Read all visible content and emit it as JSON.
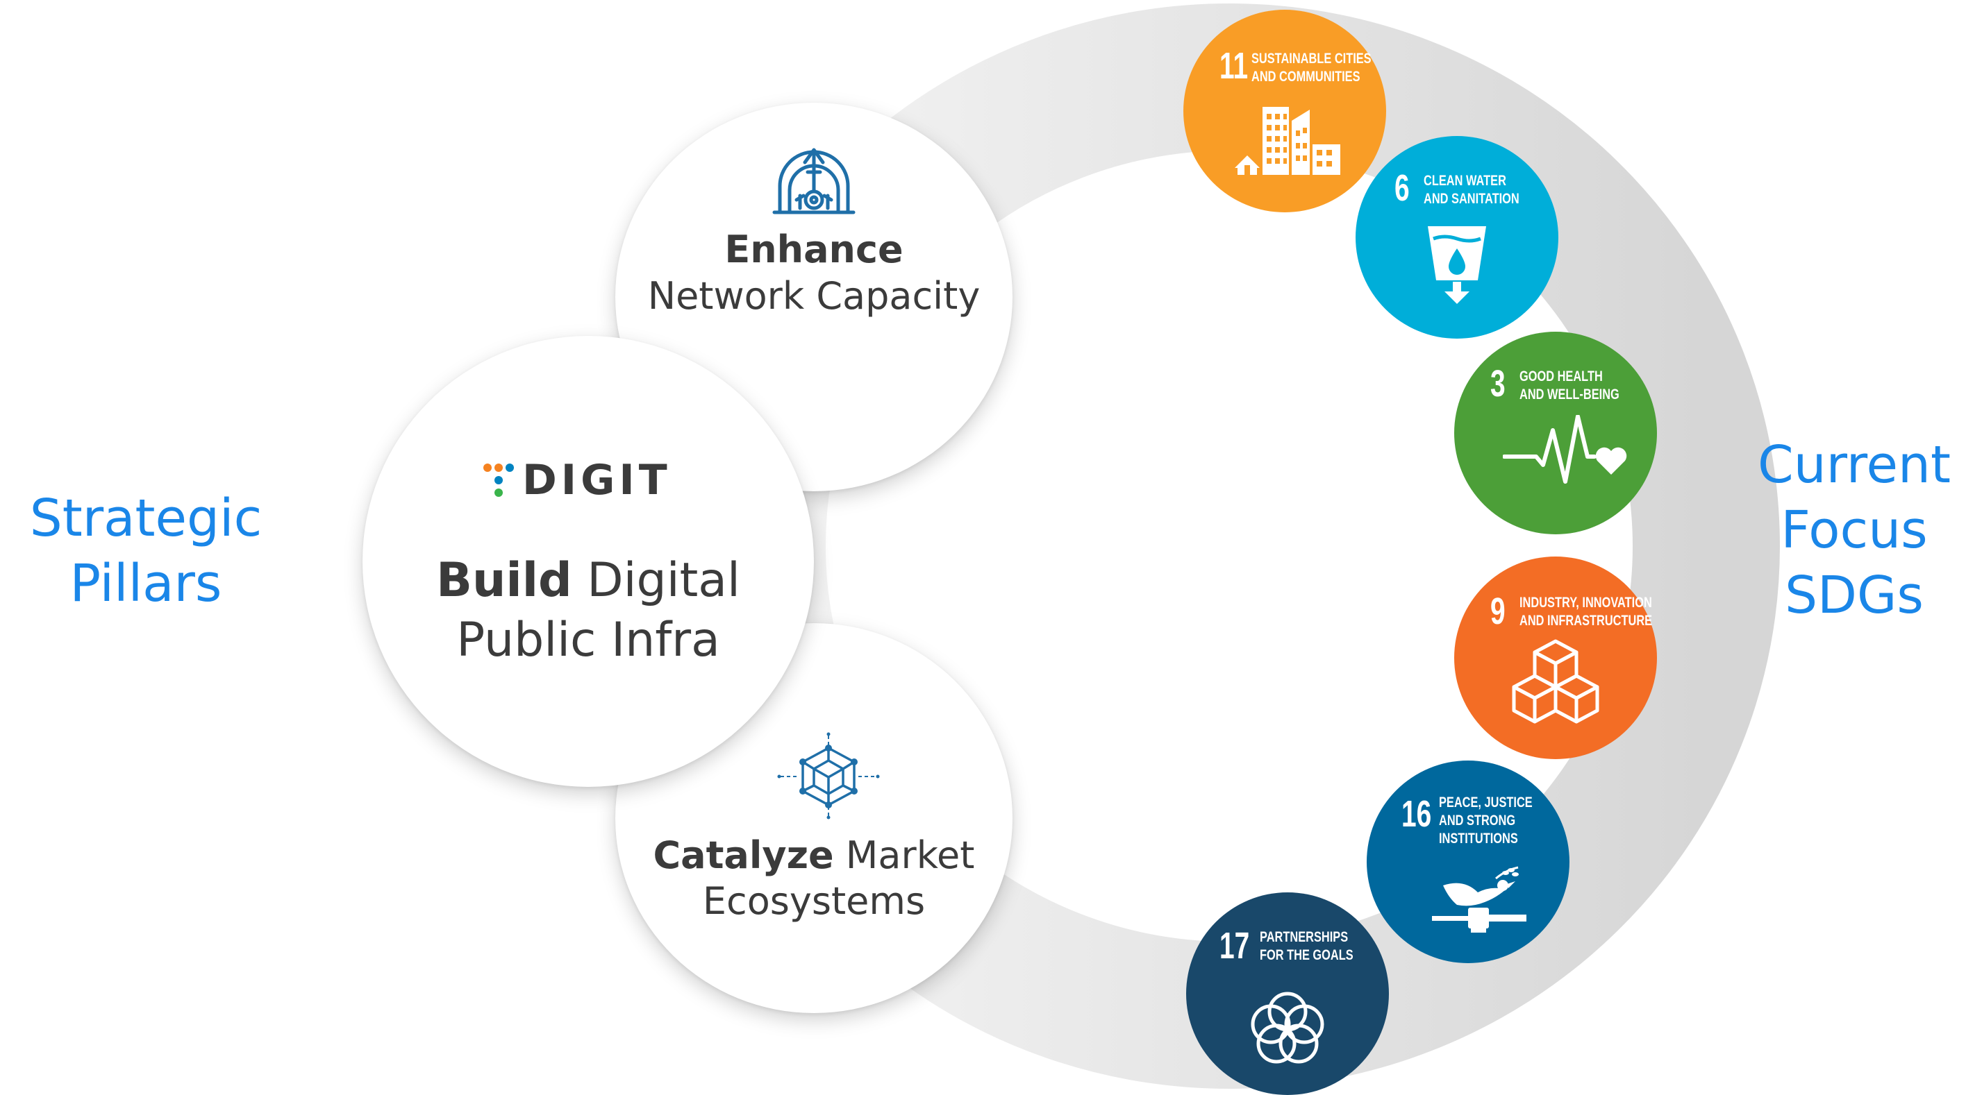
{
  "left_label": {
    "line1": "Strategic",
    "line2": "Pillars"
  },
  "right_label": {
    "line1": "Current",
    "line2": "Focus",
    "line3": "SDGs"
  },
  "pillars": {
    "enhance": {
      "bold": "Enhance",
      "text": "Network Capacity",
      "icon": "building-growth-icon"
    },
    "build": {
      "logo_text": "DIGIT",
      "bold": "Build",
      "text1": " Digital",
      "text2": "Public Infra",
      "icon": "digit-logo-icon"
    },
    "catalyze": {
      "bold": "Catalyze",
      "text1": " Market",
      "text2": "Ecosystems",
      "icon": "network-cube-icon"
    }
  },
  "sdgs": [
    {
      "number": "11",
      "line1": "Sustainable cities",
      "line2": "and communities",
      "line3": "",
      "color": "#f99d26",
      "icon": "city-buildings-icon"
    },
    {
      "number": "6",
      "line1": "Clean water",
      "line2": "and sanitation",
      "line3": "",
      "color": "#00aed9",
      "icon": "water-glass-icon"
    },
    {
      "number": "3",
      "line1": "Good health",
      "line2": "and well-being",
      "line3": "",
      "color": "#4c9f38",
      "icon": "heartbeat-icon"
    },
    {
      "number": "9",
      "line1": "Industry, innovation",
      "line2": "and infrastructure",
      "line3": "",
      "color": "#f36d25",
      "icon": "stacked-cubes-icon"
    },
    {
      "number": "16",
      "line1": "Peace, justice",
      "line2": "and strong",
      "line3": "institutions",
      "color": "#00689d",
      "icon": "dove-gavel-icon"
    },
    {
      "number": "17",
      "line1": "Partnerships",
      "line2": "for the goals",
      "line3": "",
      "color": "#19486a",
      "icon": "interlocking-rings-icon"
    }
  ],
  "colors": {
    "accent": "#1a86e8",
    "ring": "#e0e0e0",
    "pillar_text": "#3b3b3b",
    "icon_blue": "#1f6fa8"
  }
}
